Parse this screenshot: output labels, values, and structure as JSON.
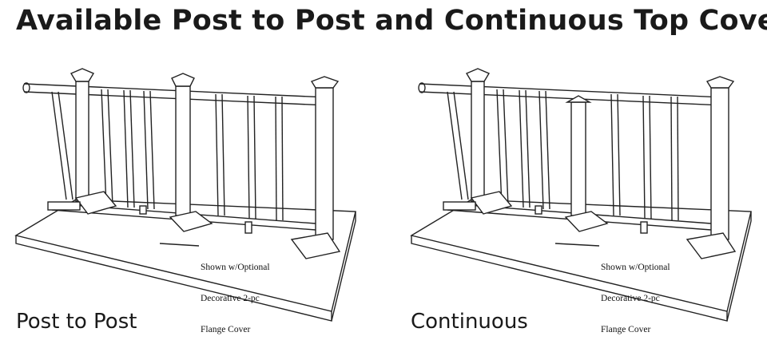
{
  "title": "Available Post to Post and Continuous Top Cover",
  "figures": [
    {
      "caption": "Post to Post",
      "note_lines": [
        "Shown w/Optional",
        "Decorative 2-pc",
        "Flange Cover"
      ]
    },
    {
      "caption": "Continuous",
      "note_lines": [
        "Shown w/Optional",
        "Decorative 2-pc",
        "Flange Cover"
      ]
    }
  ]
}
